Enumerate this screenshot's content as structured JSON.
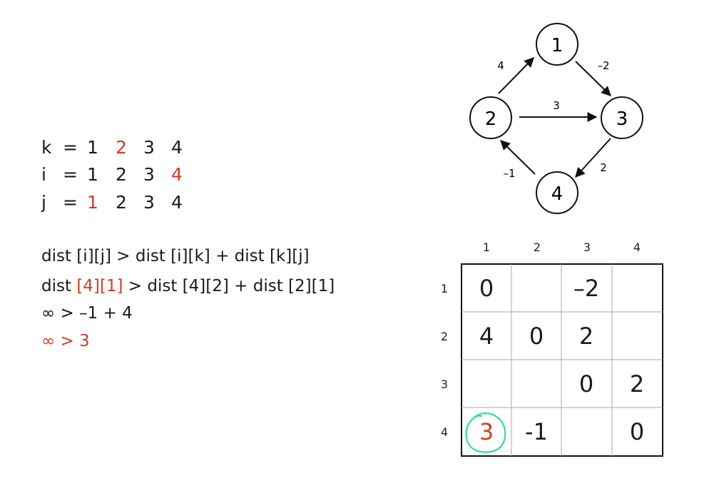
{
  "loops": [
    {
      "var": "k",
      "eq": "=",
      "values": [
        "1",
        "2",
        "3",
        "4"
      ],
      "highlight": 1
    },
    {
      "var": "i",
      "eq": "=",
      "values": [
        "1",
        "2",
        "3",
        "4"
      ],
      "highlight": 3
    },
    {
      "var": "j",
      "eq": "=",
      "values": [
        "1",
        "2",
        "3",
        "4"
      ],
      "highlight": 0
    }
  ],
  "formula": {
    "line1": "dist [i][j] > dist [i][k] + dist [k][j]",
    "line2_prefix": "dist ",
    "line2_highlight": "[4][1]",
    "line2_suffix": " > dist [4][2] + dist [2][1]",
    "line3": "∞ > –1 + 4",
    "line4": "∞ > 3"
  },
  "graph": {
    "nodes": [
      {
        "id": "1",
        "label": "1"
      },
      {
        "id": "2",
        "label": "2"
      },
      {
        "id": "3",
        "label": "3"
      },
      {
        "id": "4",
        "label": "4"
      }
    ],
    "edges": [
      {
        "from": "2",
        "to": "1",
        "weight": "4"
      },
      {
        "from": "1",
        "to": "3",
        "weight": "–2"
      },
      {
        "from": "2",
        "to": "3",
        "weight": "3"
      },
      {
        "from": "3",
        "to": "4",
        "weight": "2"
      },
      {
        "from": "4",
        "to": "2",
        "weight": "–1"
      }
    ]
  },
  "matrix": {
    "col_headers": [
      "1",
      "2",
      "3",
      "4"
    ],
    "row_headers": [
      "1",
      "2",
      "3",
      "4"
    ],
    "cells": [
      [
        "0",
        "",
        "–2",
        ""
      ],
      [
        "4",
        "0",
        "2",
        ""
      ],
      [
        "",
        "",
        "0",
        "2"
      ],
      [
        "3",
        "-1",
        "",
        "0"
      ]
    ],
    "highlighted_cell": {
      "row": 3,
      "col": 0,
      "text_color": "#d63a26",
      "circle_color": "#2fe08a"
    }
  },
  "colors": {
    "highlight": "#d63a26",
    "text": "#1a1a1a",
    "circle": "#2fe08a"
  }
}
